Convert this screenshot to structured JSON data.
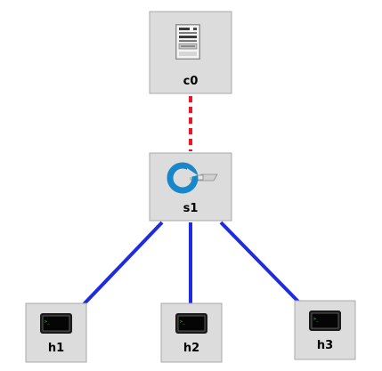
{
  "colors": {
    "controller_link": "#e8182a",
    "host_link": "#1f2be0",
    "node_fill": "#dcdcdc",
    "switch_blue": "#1787c9"
  },
  "nodes": [
    {
      "id": "c0",
      "label": "c0",
      "kind": "controller",
      "icon": "server-icon"
    },
    {
      "id": "s1",
      "label": "s1",
      "kind": "switch",
      "icon": "switch-icon"
    },
    {
      "id": "h1",
      "label": "h1",
      "kind": "host",
      "icon": "terminal-icon"
    },
    {
      "id": "h2",
      "label": "h2",
      "kind": "host",
      "icon": "terminal-icon"
    },
    {
      "id": "h3",
      "label": "h3",
      "kind": "host",
      "icon": "terminal-icon"
    }
  ],
  "links": [
    {
      "from": "c0",
      "to": "s1",
      "style": "dashed"
    },
    {
      "from": "s1",
      "to": "h1",
      "style": "solid"
    },
    {
      "from": "s1",
      "to": "h2",
      "style": "solid"
    },
    {
      "from": "s1",
      "to": "h3",
      "style": "solid"
    }
  ]
}
